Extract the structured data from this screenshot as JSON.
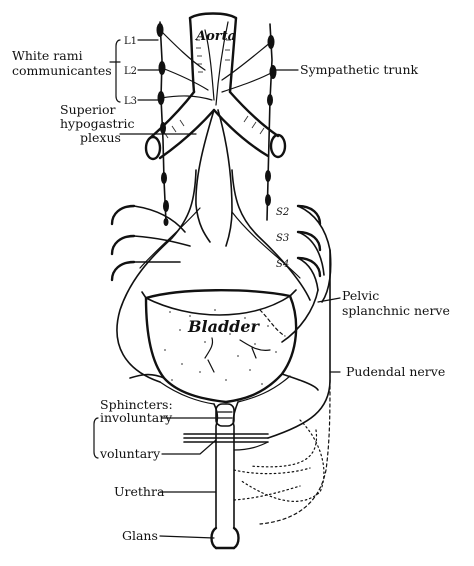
{
  "labels": {
    "aorta": "Aorta",
    "white_rami": [
      "White rami",
      "communicantes"
    ],
    "l1": "L1",
    "l2": "L2",
    "l3": "L3",
    "sympathetic_trunk": "Sympathetic trunk",
    "superior_hypogastric": [
      "Superior",
      "hypogastric",
      "plexus"
    ],
    "s2": "S2",
    "s3": "S3",
    "s4": "S4",
    "pelvic_splanchnic": [
      "Pelvic",
      "splanchnic nerve"
    ],
    "bladder": "Bladder",
    "pudendal": "Pudendal nerve",
    "sphincters": [
      "Sphincters:",
      "involuntary"
    ],
    "voluntary": "voluntary",
    "urethra": "Urethra",
    "glans": "Glans"
  }
}
